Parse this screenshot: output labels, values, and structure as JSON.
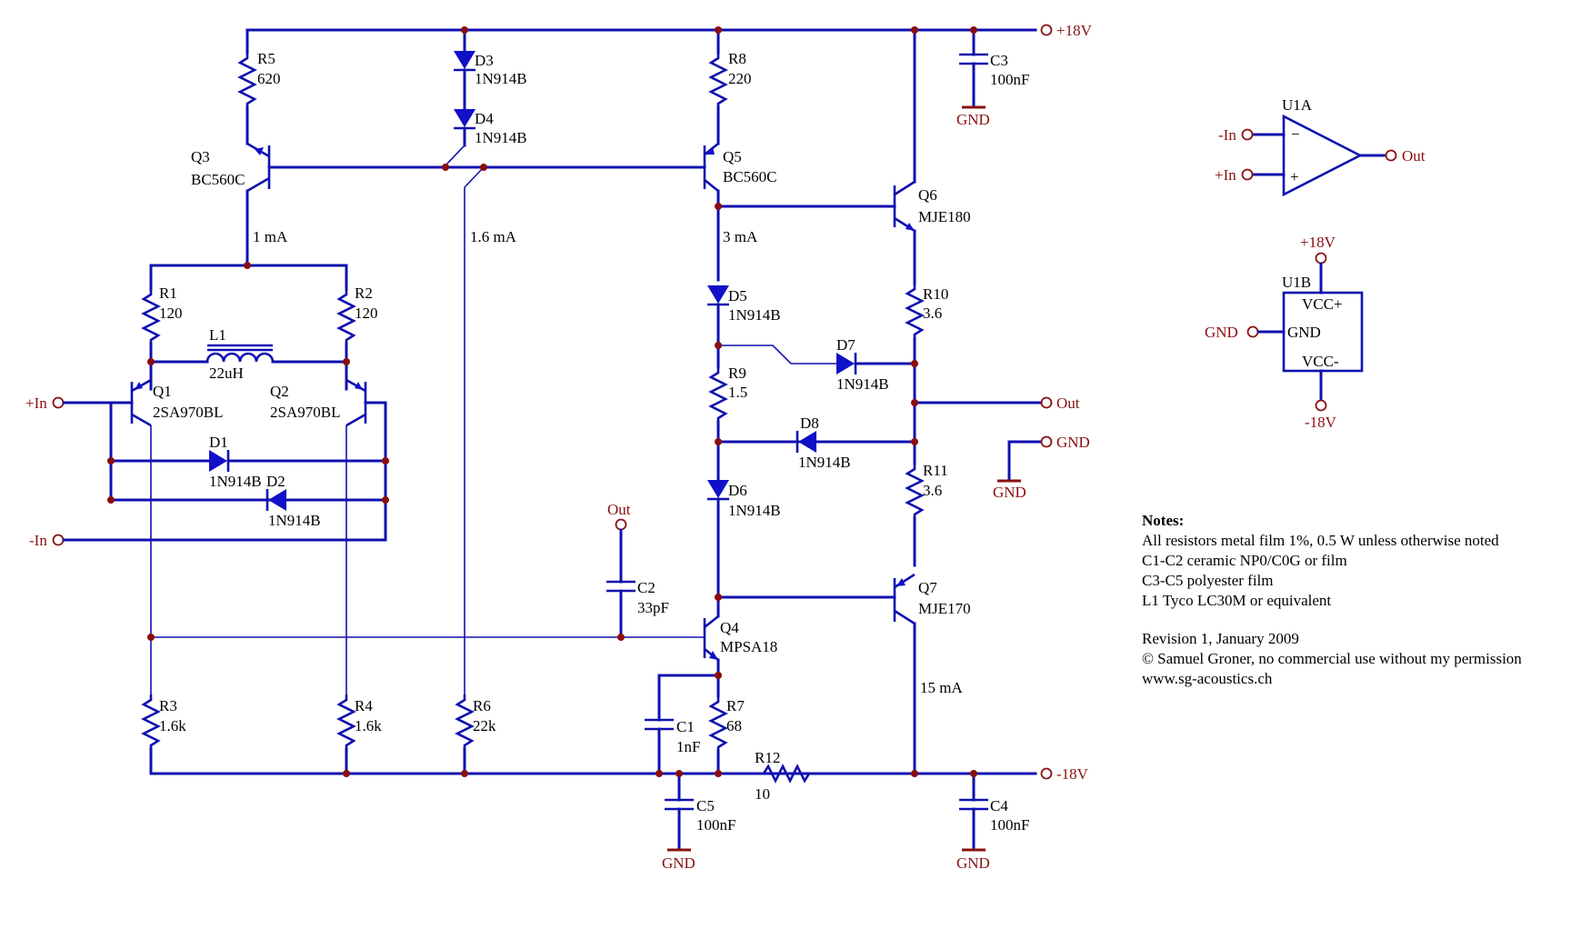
{
  "nets": {
    "vpos": "+18V",
    "vneg": "-18V",
    "gnd": "GND",
    "in_pos": "+In",
    "in_neg": "-In",
    "out": "Out"
  },
  "components": {
    "R5": {
      "ref": "R5",
      "val": "620"
    },
    "R8": {
      "ref": "R8",
      "val": "220"
    },
    "R1": {
      "ref": "R1",
      "val": "120"
    },
    "R2": {
      "ref": "R2",
      "val": "120"
    },
    "R3": {
      "ref": "R3",
      "val": "1.6k"
    },
    "R4": {
      "ref": "R4",
      "val": "1.6k"
    },
    "R6": {
      "ref": "R6",
      "val": "22k"
    },
    "R7": {
      "ref": "R7",
      "val": "68"
    },
    "R9": {
      "ref": "R9",
      "val": "1.5"
    },
    "R10": {
      "ref": "R10",
      "val": "3.6"
    },
    "R11": {
      "ref": "R11",
      "val": "3.6"
    },
    "R12": {
      "ref": "R12",
      "val": "10"
    },
    "D1": {
      "ref": "D1",
      "val": "1N914B"
    },
    "D2": {
      "ref": "D2",
      "val": "1N914B"
    },
    "D3": {
      "ref": "D3",
      "val": "1N914B"
    },
    "D4": {
      "ref": "D4",
      "val": "1N914B"
    },
    "D5": {
      "ref": "D5",
      "val": "1N914B"
    },
    "D6": {
      "ref": "D6",
      "val": "1N914B"
    },
    "D7": {
      "ref": "D7",
      "val": "1N914B"
    },
    "D8": {
      "ref": "D8",
      "val": "1N914B"
    },
    "Q1": {
      "ref": "Q1",
      "val": "2SA970BL"
    },
    "Q2": {
      "ref": "Q2",
      "val": "2SA970BL"
    },
    "Q3": {
      "ref": "Q3",
      "val": "BC560C"
    },
    "Q4": {
      "ref": "Q4",
      "val": "MPSA18"
    },
    "Q5": {
      "ref": "Q5",
      "val": "BC560C"
    },
    "Q6": {
      "ref": "Q6",
      "val": "MJE180"
    },
    "Q7": {
      "ref": "Q7",
      "val": "MJE170"
    },
    "C1": {
      "ref": "C1",
      "val": "1nF"
    },
    "C2": {
      "ref": "C2",
      "val": "33pF"
    },
    "C3": {
      "ref": "C3",
      "val": "100nF"
    },
    "C4": {
      "ref": "C4",
      "val": "100nF"
    },
    "C5": {
      "ref": "C5",
      "val": "100nF"
    },
    "L1": {
      "ref": "L1",
      "val": "22uH"
    }
  },
  "currents": {
    "i1": "1 mA",
    "i2": "1.6 mA",
    "i3": "3 mA",
    "i4": "15 mA"
  },
  "symbol": {
    "u1a": "U1A",
    "u1b": "U1B",
    "minus_sign": "−",
    "plus_sign": "+",
    "vcc_pos": "VCC+",
    "vcc_neg": "VCC-",
    "gnd_pin": "GND"
  },
  "notes": {
    "heading": "Notes:",
    "lines": [
      "All resistors metal film 1%, 0.5 W unless otherwise noted",
      "C1-C2 ceramic NP0/C0G or film",
      "C3-C5 polyester film",
      "L1 Tyco LC30M or equivalent"
    ],
    "revision": "Revision 1, January 2009",
    "copyright": "© Samuel Groner, no commercial use without my permission",
    "website": "www.sg-acoustics.ch"
  }
}
